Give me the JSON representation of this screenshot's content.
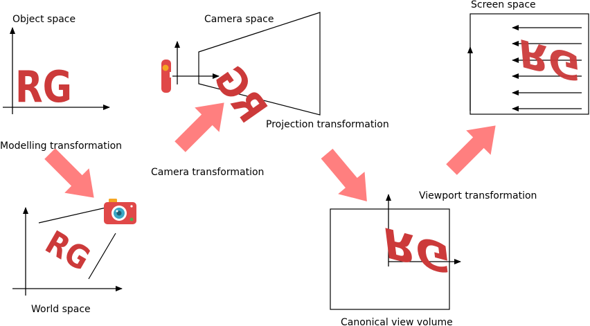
{
  "labels": {
    "object_space": "Object space",
    "camera_space": "Camera space",
    "screen_space": "Screen space",
    "modelling_transformation": "Modelling transformation",
    "camera_transformation": "Camera transformation",
    "projection_transformation": "Projection transformation",
    "viewport_transformation": "Viewport transformation",
    "world_space": "World space",
    "canonical_view_volume": "Canonical view volume"
  },
  "logo_text": "RG",
  "colors": {
    "logo": "#cc3a3a",
    "flow_arrow": "#ff7f7f",
    "camera_body": "#e04848",
    "camera_lens": "#3aa6c4",
    "camera_flash": "#f5a623"
  }
}
